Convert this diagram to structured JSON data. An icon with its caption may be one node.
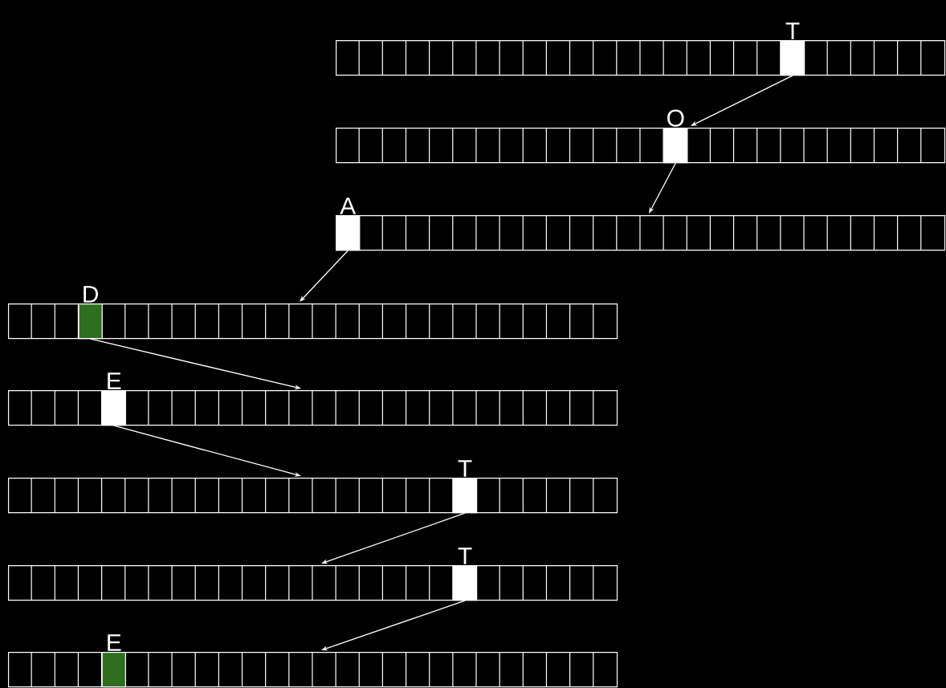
{
  "diagram": {
    "nodes": [
      {
        "text": [],
        "shape": "bar"
      },
      {
        "text": [
          "T"
        ],
        "in": 0
      },
      {
        "text": [],
        "shape": "bar"
      },
      {
        "text": [
          "O"
        ],
        "in": 2
      },
      {
        "text": [],
        "shape": "bar"
      },
      {
        "text": [
          "A"
        ],
        "in": 4
      },
      {
        "text": [],
        "shape": "bar"
      },
      {
        "text": [
          "D"
        ],
        "in": 6
      },
      {
        "text": [],
        "shape": "bar"
      },
      {
        "text": [
          "E"
        ],
        "in": 8
      },
      {
        "text": [],
        "shape": "bar"
      },
      {
        "text": [
          "T"
        ],
        "in": 10
      },
      {
        "text": [],
        "shape": "bar"
      },
      {
        "text": [
          "T"
        ],
        "in": 12
      },
      {
        "text": [],
        "shape": "bar"
      },
      {
        "text": [
          "E"
        ],
        "in": 14
      }
    ],
    "edges": [
      {
        "from": 1,
        "to": 2,
        "arrow": "to"
      },
      {
        "from": 3,
        "to": 4,
        "arrow": "to"
      },
      {
        "from": 5,
        "to": 6,
        "arrow": "to"
      },
      {
        "from": 7,
        "to": 8,
        "arrow": "to"
      },
      {
        "from": 9,
        "to": 10,
        "arrow": "to"
      },
      {
        "from": 11,
        "to": 12,
        "arrow": "to"
      },
      {
        "from": 13,
        "to": 14,
        "arrow": "to"
      }
    ]
  }
}
